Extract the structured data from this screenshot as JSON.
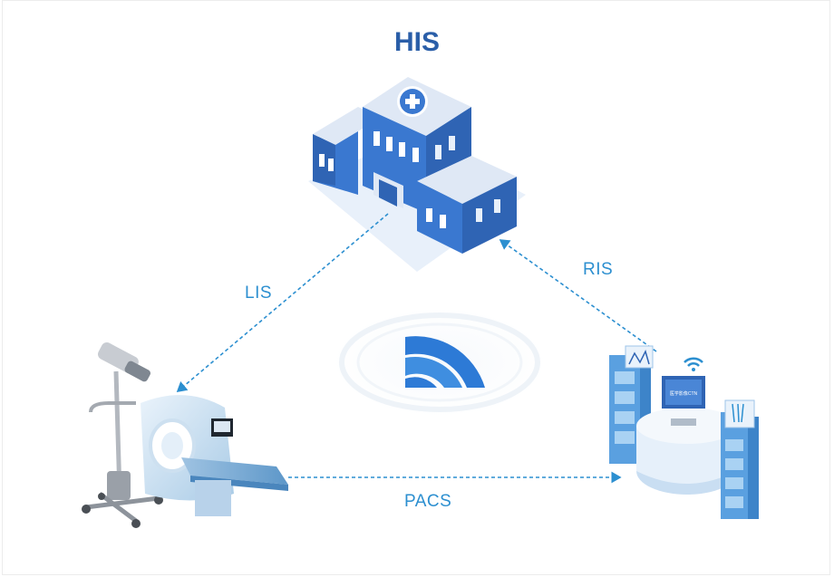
{
  "diagram": {
    "title": "HIS",
    "links": {
      "lis": "LIS",
      "ris": "RIS",
      "pacs": "PACS"
    },
    "colors": {
      "title": "#2a5ea8",
      "link_label": "#2c8fd0",
      "arrow": "#2c8fd0",
      "building_blue": "#3a78d0",
      "building_roof": "#dfe8f5"
    },
    "icons": [
      "hospital-building-icon",
      "wifi-hub-icon",
      "ct-scanner-icon",
      "radiology-workstation-icon"
    ],
    "workstation_screen_text": "医学影像CTN"
  }
}
